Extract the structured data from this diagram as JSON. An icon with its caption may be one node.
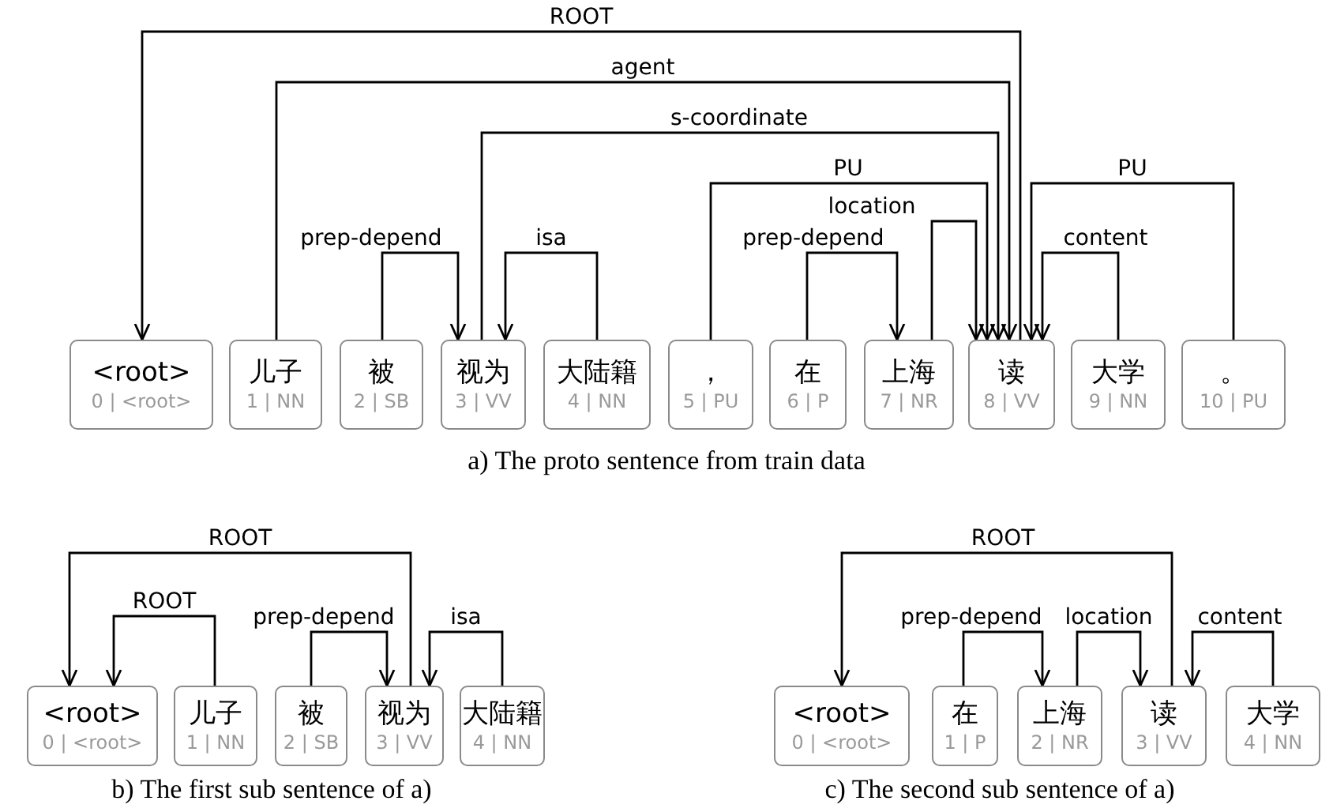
{
  "diagram": {
    "nodes": [
      {
        "text": [
          "<root>",
          "0 | <root>"
        ]
      },
      {
        "text": [
          "儿子",
          "1 | NN"
        ]
      },
      {
        "text": [
          "被",
          "2 | SB"
        ]
      },
      {
        "text": [
          "视为",
          "3 | VV"
        ]
      },
      {
        "text": [
          "大陆籍",
          "4 | NN"
        ]
      },
      {
        "text": [
          "，",
          "5 | PU"
        ]
      },
      {
        "text": [
          "在",
          "6 | P"
        ]
      },
      {
        "text": [
          "上海",
          "7 | NR"
        ]
      },
      {
        "text": [
          "读",
          "8 | VV"
        ]
      },
      {
        "text": [
          "大学",
          "9 | NN"
        ]
      },
      {
        "text": [
          "。",
          "10 | PU"
        ]
      },
      {
        "text": [
          "<root>",
          "0 | <root>"
        ]
      },
      {
        "text": [
          "儿子",
          "1 | NN"
        ]
      },
      {
        "text": [
          "被",
          "2 | SB"
        ]
      },
      {
        "text": [
          "视为",
          "3 | VV"
        ]
      },
      {
        "text": [
          "大陆籍",
          "4 | NN"
        ]
      },
      {
        "text": [
          "<root>",
          "0 | <root>"
        ]
      },
      {
        "text": [
          "在",
          "1 | P"
        ]
      },
      {
        "text": [
          "上海",
          "2 | NR"
        ]
      },
      {
        "text": [
          "读",
          "3 | VV"
        ]
      },
      {
        "text": [
          "大学",
          "4 | NN"
        ]
      }
    ],
    "edges": [
      {
        "from": 8,
        "to": 0,
        "arrow": "to",
        "label": "ROOT"
      },
      {
        "from": 1,
        "to": 8,
        "arrow": "to",
        "label": "agent"
      },
      {
        "from": 3,
        "to": 8,
        "arrow": "to",
        "label": "s-coordinate"
      },
      {
        "from": 2,
        "to": 3,
        "arrow": "to",
        "label": "prep-depend"
      },
      {
        "from": 4,
        "to": 3,
        "arrow": "to",
        "label": "isa"
      },
      {
        "from": 5,
        "to": 8,
        "arrow": "to",
        "label": "PU"
      },
      {
        "from": 6,
        "to": 7,
        "arrow": "to",
        "label": "prep-depend"
      },
      {
        "from": 7,
        "to": 8,
        "arrow": "to",
        "label": "location"
      },
      {
        "from": 10,
        "to": 8,
        "arrow": "to",
        "label": "PU"
      },
      {
        "from": 9,
        "to": 8,
        "arrow": "to",
        "label": "content"
      },
      {
        "from": 14,
        "to": 11,
        "arrow": "to",
        "label": "ROOT"
      },
      {
        "from": 12,
        "to": 11,
        "arrow": "to",
        "label": "ROOT"
      },
      {
        "from": 13,
        "to": 14,
        "arrow": "to",
        "label": "prep-depend"
      },
      {
        "from": 15,
        "to": 14,
        "arrow": "to",
        "label": "isa"
      },
      {
        "from": 19,
        "to": 16,
        "arrow": "to",
        "label": "ROOT"
      },
      {
        "from": 17,
        "to": 18,
        "arrow": "to",
        "label": "prep-depend"
      },
      {
        "from": 18,
        "to": 19,
        "arrow": "to",
        "label": "location"
      },
      {
        "from": 20,
        "to": 19,
        "arrow": "to",
        "label": "content"
      }
    ],
    "labels": [
      "a) The proto sentence from train data",
      "b) The first sub sentence of a)",
      "c) The second sub sentence of a)"
    ]
  }
}
